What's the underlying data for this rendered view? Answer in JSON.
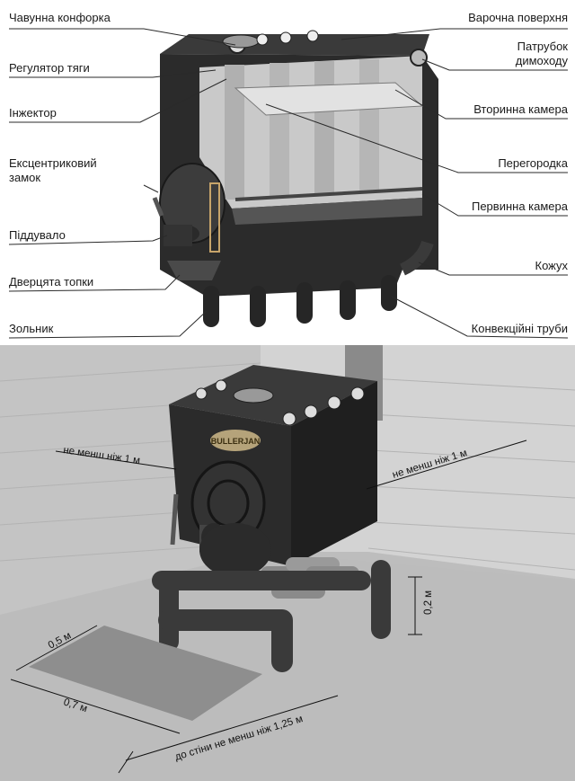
{
  "structure_labels": {
    "cast_iron_burner": "Чавунна конфорка",
    "draft_regulator": "Регулятор тяги",
    "injector": "Інжектор",
    "eccentric_lock_line1": "Ексцентриковий",
    "eccentric_lock_line2": "замок",
    "blower": "Піддувало",
    "firebox_door": "Дверцята топки",
    "ash_pan": "Зольник",
    "cooking_surface": "Варочна поверхня",
    "chimney_pipe_line1": "Патрубок",
    "chimney_pipe_line2": "димоходу",
    "secondary_chamber": "Вторинна камера",
    "partition": "Перегородка",
    "primary_chamber": "Первинна камера",
    "casing": "Кожух",
    "convection_pipes": "Конвекційні труби"
  },
  "installation_labels": {
    "side_clearance_left": "не менш ніж 1 м",
    "side_clearance_right": "не менш ніж 1 м",
    "height": "0,2 м",
    "sheet_depth": "0,5 м",
    "sheet_width": "0,7 м",
    "front_clearance": "до стіни не менш ніж 1,25 м"
  },
  "logo_text": "BULLERJAN",
  "colors": {
    "stove_dark": "#2b2b2b",
    "stove_mid": "#4a4a4a",
    "interior": "#c9c9c9",
    "wall": "#cfcfcf",
    "floor": "#bdbdbd",
    "sheet": "#8e8e8e"
  }
}
